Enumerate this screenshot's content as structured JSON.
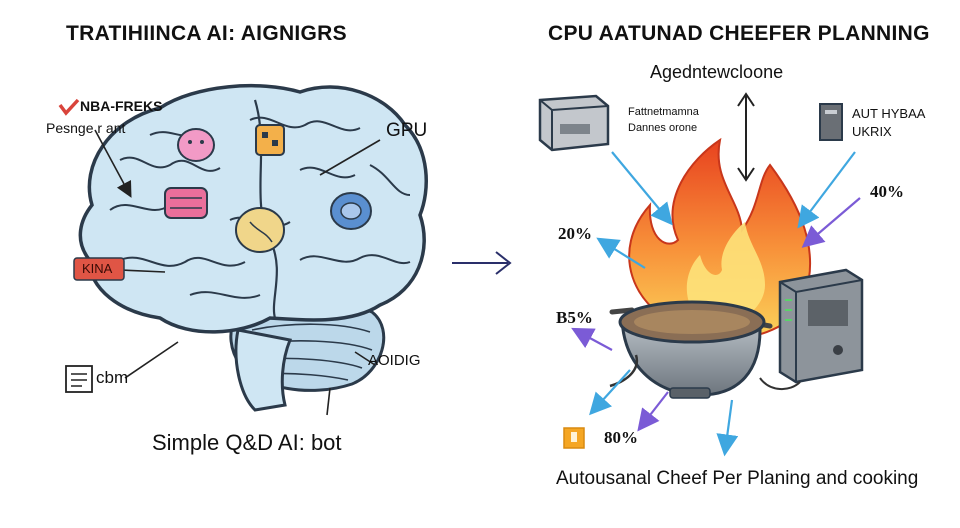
{
  "left_panel": {
    "title": "TRATIHIINCA AI: AIGNIGRS",
    "label_tag_top": "NBA-FREKS",
    "label_tag_sub": "Pesnge  r ant",
    "label_gpu": "GPU",
    "label_red_tag": "KINA",
    "label_doc": "cbm",
    "label_aoidig": "AOIDIG",
    "caption": "Simple Q&D AI: bot"
  },
  "right_panel": {
    "title": "CPU  AATUNAD CHEEFER PLANNING",
    "subtitle": "Agedntewcloone",
    "label_server_note_1": "Fattnetmamna",
    "label_server_note_2": "Dannes orone",
    "label_right_1": "AUT HYBAA",
    "label_right_2": "UKRIX",
    "pct_a": "40%",
    "pct_b": "20%",
    "pct_c": "B5%",
    "pct_d": "80%",
    "caption": "Autousanal Cheef Per Planing and cooking"
  },
  "colors": {
    "brain_fill": "#cfe6f3",
    "brain_stroke": "#2b3a4a",
    "arrow_blue": "#3fa7e0",
    "arrow_purple": "#7b5bd6",
    "flame_outer": "#f0562a",
    "flame_inner": "#fbd35a",
    "accent_red": "#d9443b",
    "accent_orange": "#f5a623"
  }
}
